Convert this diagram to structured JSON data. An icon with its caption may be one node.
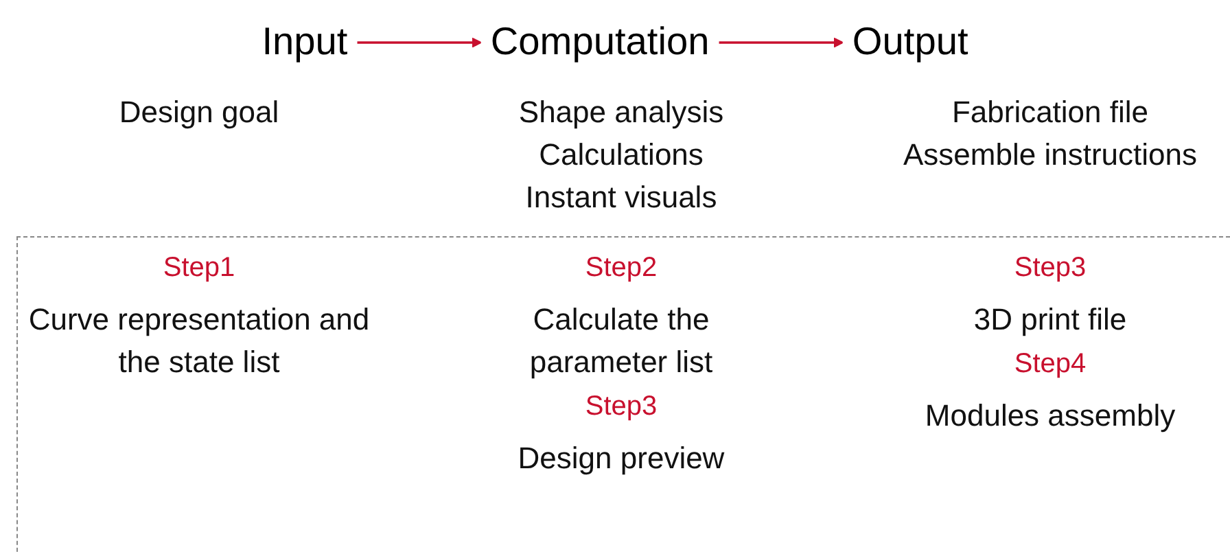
{
  "diagram": {
    "nodes": [
      {
        "text": [
          "Input"
        ]
      },
      {
        "text": [
          "Computation"
        ]
      },
      {
        "text": [
          "Output"
        ]
      }
    ],
    "edges": [
      {
        "from": 0,
        "to": 1,
        "arrow": "to"
      },
      {
        "from": 1,
        "to": 2,
        "arrow": "to"
      }
    ],
    "labels": [
      "Design goal",
      "Shape analysis",
      "Calculations",
      "Instant visuals",
      "Fabrication file",
      "Assemble instructions",
      "Step1",
      "Curve representation and the state list",
      "Step2",
      "Calculate the parameter list",
      "Step3",
      "Design preview",
      "Step3",
      "3D print file",
      "Step4",
      "Modules assembly"
    ]
  }
}
